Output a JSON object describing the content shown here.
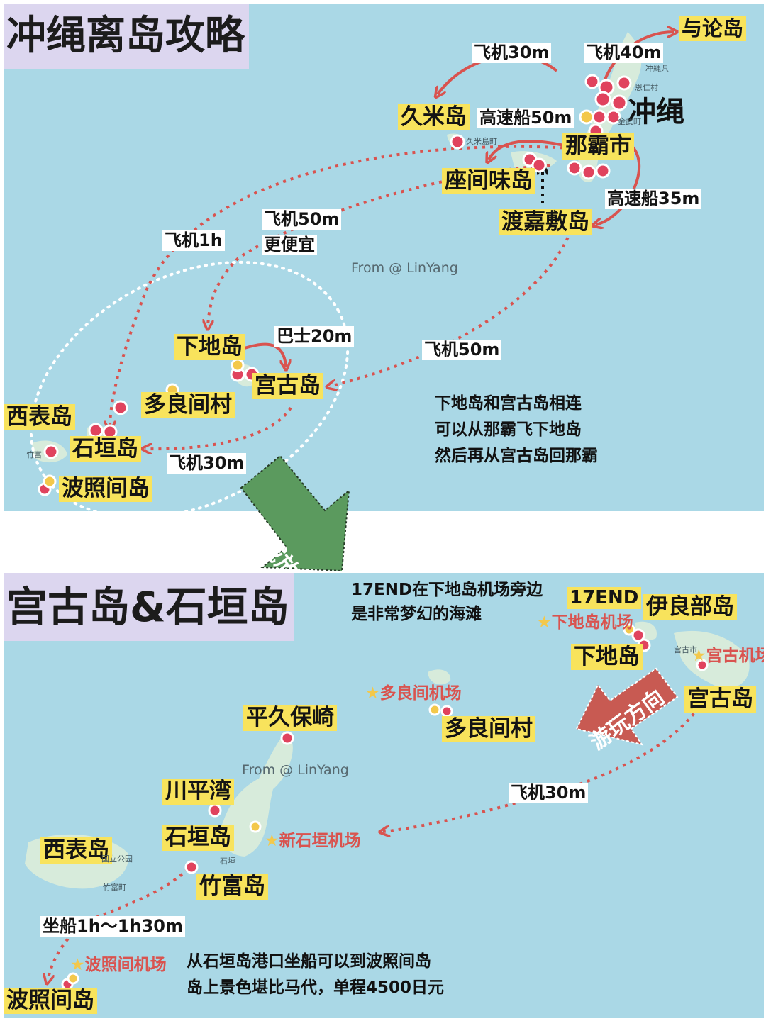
{
  "colors": {
    "sea": "#aad8e6",
    "land": "#d7ebdb",
    "label_bg": "#f8e35c",
    "route": "#d9534f",
    "arrow_green": "#5b9a5e",
    "arrow_red": "#c85a52",
    "title_bg": "#dcd6ef"
  },
  "overview": {
    "title": "冲绳离岛攻略",
    "watermark": "From @ LinYang",
    "okinawa_label": "冲绳",
    "islands": {
      "yoron": "与论岛",
      "kume": "久米岛",
      "naha": "那霸市",
      "zamami": "座间味岛",
      "tokashiki": "渡嘉敷岛",
      "shimoji": "下地岛",
      "miyako": "宫古岛",
      "tarama": "多良间村",
      "iriomote": "西表岛",
      "ishigaki": "石垣岛",
      "hateruma": "波照间岛"
    },
    "routes": {
      "kume_plane": "飞机30m",
      "yoron_plane": "飞机40m",
      "ferry50": "高速船50m",
      "ferry35": "高速船35m",
      "plane1h": "飞机1h",
      "plane50_line1": "飞机50m",
      "plane50_line2": "更便宜",
      "bus20": "巴士20m",
      "plane50b": "飞机50m",
      "plane30": "飞机30m"
    },
    "note": [
      "下地岛和宫古岛相连",
      "可以从那霸飞下地岛",
      "然后再从宫古岛回那霸"
    ],
    "map_small": {
      "kenmei": "冲縄県",
      "nago": "恩仁村",
      "kintown": "金武町",
      "kumetown": "久米島町",
      "taketomi": "竹富"
    }
  },
  "zoom_arrow": "区域放大",
  "detail": {
    "title": "宫古岛&石垣岛",
    "watermark": "From @ LinYang",
    "note_top": [
      "17END在下地岛机场旁边",
      "是非常梦幻的海滩"
    ],
    "labels": {
      "end17": "17END",
      "irabu": "伊良部岛",
      "shimoji": "下地岛",
      "miyako": "宫古岛",
      "tarama": "多良间村",
      "hirakubo": "平久保崎",
      "kabira": "川平湾",
      "ishigaki": "石垣岛",
      "iriomote": "西表岛",
      "taketomi": "竹富岛",
      "hateruma": "波照间岛"
    },
    "airports": {
      "shimoji": "下地岛机场",
      "miyako": "宫古机场",
      "tarama": "多良间机场",
      "new_ishigaki": "新石垣机场",
      "hateruma": "波照间机场"
    },
    "direction": "游玩方向",
    "routes": {
      "plane30": "飞机30m",
      "ship": "坐船1h～1h30m"
    },
    "note_bottom": [
      "从石垣岛港口坐船可以到波照间岛",
      "岛上景色堪比马代，单程4500日元"
    ],
    "map_small": {
      "taketomi_town": "竹富町",
      "ishigaki_city": "石垣",
      "miyako_city": "宫古市",
      "iriomote_park": "国立公园"
    }
  }
}
